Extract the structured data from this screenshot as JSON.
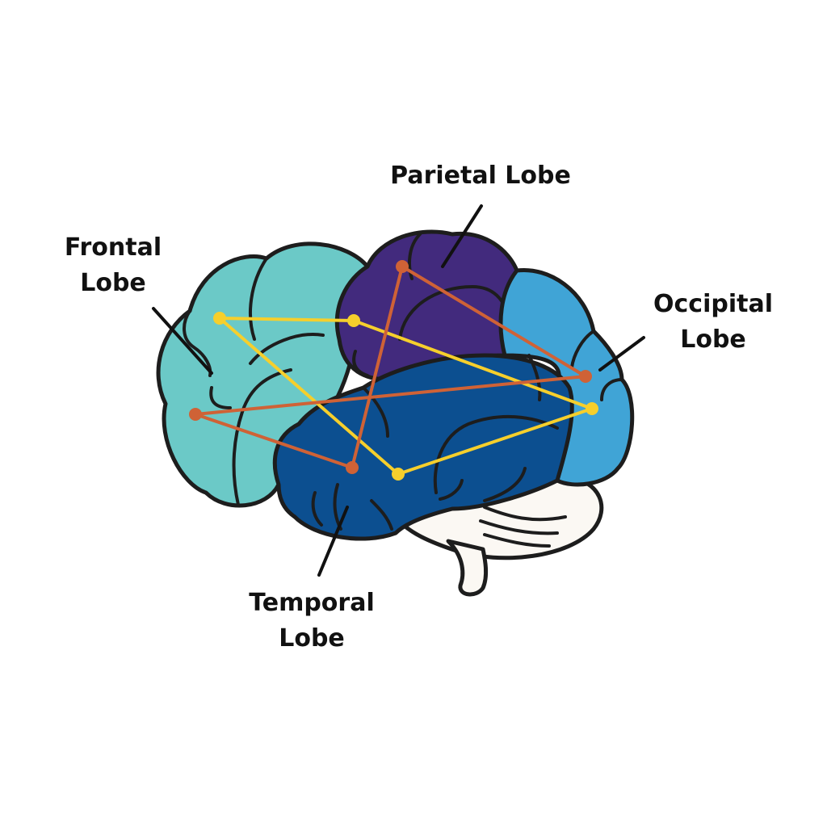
{
  "labels": {
    "frontal": [
      "Frontal",
      "Lobe"
    ],
    "parietal": [
      "Parietal Lobe"
    ],
    "occipital": [
      "Occipital",
      "Lobe"
    ],
    "temporal": [
      "Temporal",
      "Lobe"
    ]
  },
  "colors": {
    "outline": "#1d1d1d",
    "frontal": "#6bc9c7",
    "parietal": "#422a7d",
    "occipital": "#40a4d6",
    "temporal": "#0c4f90",
    "cerebellum": "#fbf8f3",
    "network_yellow": "#f6cf2c",
    "network_orange": "#cf6236"
  }
}
